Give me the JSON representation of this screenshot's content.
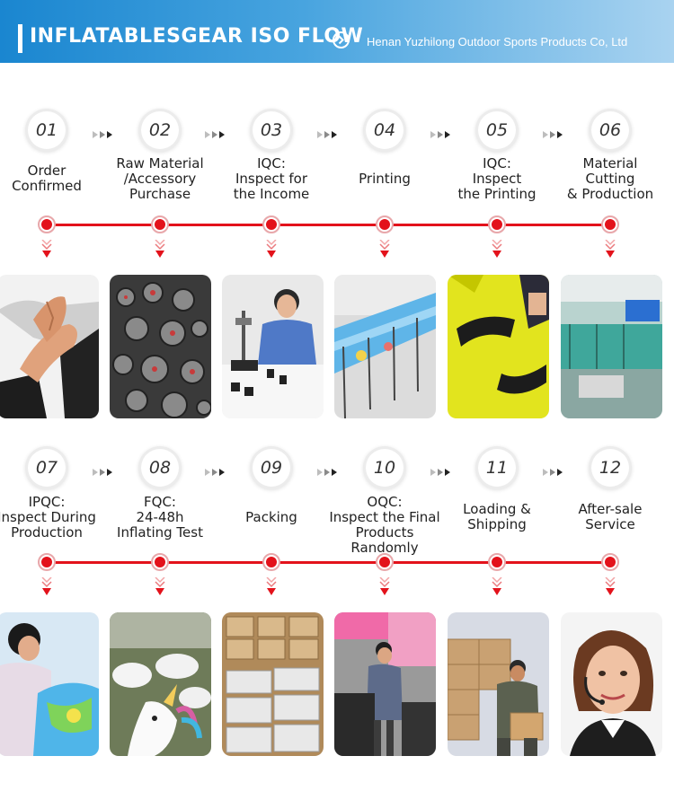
{
  "header": {
    "title": "INFLATABLESGEAR ISO FLOW",
    "company": "Henan Yuzhilong Outdoor Sports Products Co, Ltd"
  },
  "colors": {
    "accent": "#e3121b",
    "header_blue": "#1a86d0"
  },
  "steps": [
    {
      "number": "01",
      "label": "Order\nConfirmed",
      "photo": "handshake"
    },
    {
      "number": "02",
      "label": "Raw Material\n/Accessory\nPurchase",
      "photo": "valves"
    },
    {
      "number": "03",
      "label": "IQC:\nInspect for\nthe Income",
      "photo": "inspection"
    },
    {
      "number": "04",
      "label": "Printing",
      "photo": "printing"
    },
    {
      "number": "05",
      "label": "IQC:\nInspect\nthe Printing",
      "photo": "yellow-print"
    },
    {
      "number": "06",
      "label": "Material\nCutting\n& Production",
      "photo": "factory"
    },
    {
      "number": "07",
      "label": "IPQC:\nInspect During\nProduction",
      "photo": "worker"
    },
    {
      "number": "08",
      "label": "FQC:\n24-48h\nInflating Test",
      "photo": "unicorns"
    },
    {
      "number": "09",
      "label": "Packing",
      "photo": "boxes"
    },
    {
      "number": "10",
      "label": "OQC:\nInspect the Final\nProducts Randomly",
      "photo": "warehouse"
    },
    {
      "number": "11",
      "label": "Loading &\nShipping",
      "photo": "loading"
    },
    {
      "number": "12",
      "label": "After-sale\nService",
      "photo": "service"
    }
  ]
}
